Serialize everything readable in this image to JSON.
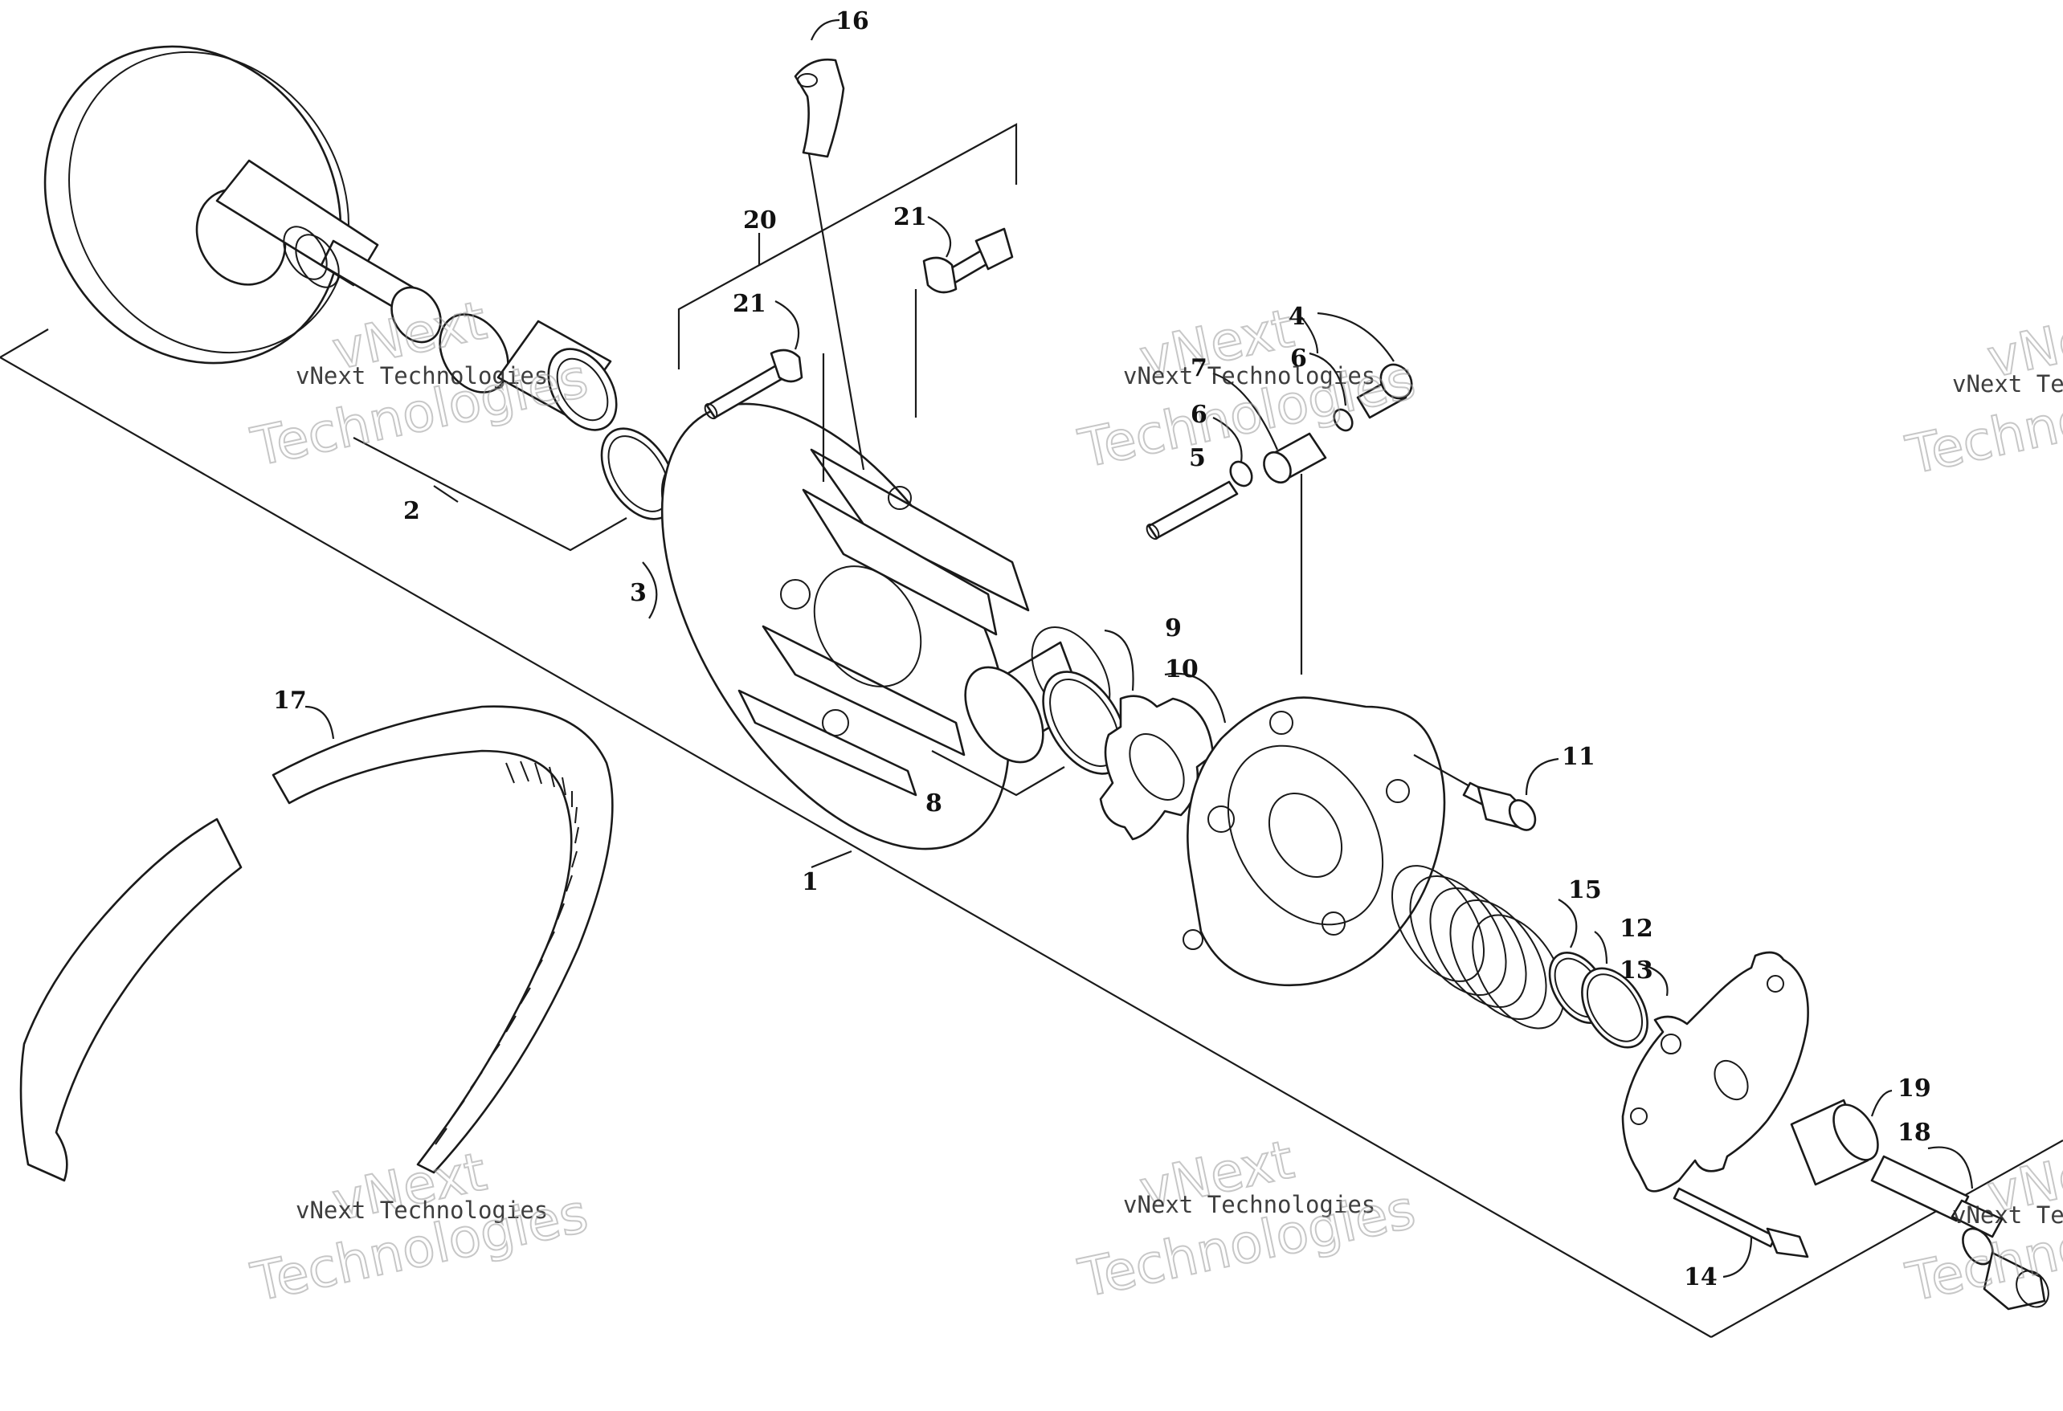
{
  "callouts": [
    "1",
    "2",
    "3",
    "4",
    "5",
    "6",
    "6",
    "7",
    "8",
    "9",
    "10",
    "11",
    "12",
    "13",
    "14",
    "15",
    "16",
    "17",
    "18",
    "19",
    "20",
    "21",
    "21"
  ],
  "watermark": {
    "company": "vNext Technologies",
    "word1": "vNext",
    "word2": "Technologies"
  }
}
